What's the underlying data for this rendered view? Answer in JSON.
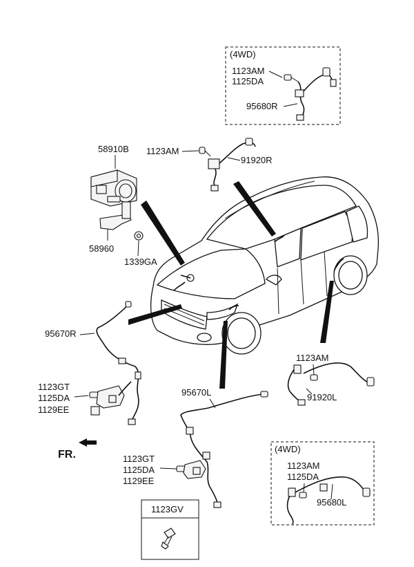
{
  "labels": {
    "abs_module": "58910B",
    "bracket": "58960",
    "nut": "1339GA",
    "wiring_front_right": "95670R",
    "bolt_front_right_1": "1123GT",
    "bolt_front_right_2": "1125DA",
    "bolt_front_right_3": "1129EE",
    "bolt_rear_right": "1123AM",
    "sensor_rear_right": "91920R",
    "wiring_front_left": "95670L",
    "bolt_front_left_1": "1123GT",
    "bolt_front_left_2": "1125DA",
    "bolt_front_left_3": "1129EE",
    "bolt_rear_left": "1123AM",
    "sensor_rear_left": "91920L",
    "fr": "FR."
  },
  "boxes": {
    "top_4wd": {
      "title": "(4WD)",
      "bolt_1": "1123AM",
      "bolt_2": "1125DA",
      "part": "95680R"
    },
    "bottom_4wd": {
      "title": "(4WD)",
      "bolt_1": "1123AM",
      "bolt_2": "1125DA",
      "part": "95680L"
    },
    "bolt_table": {
      "header": "1123GV"
    }
  }
}
